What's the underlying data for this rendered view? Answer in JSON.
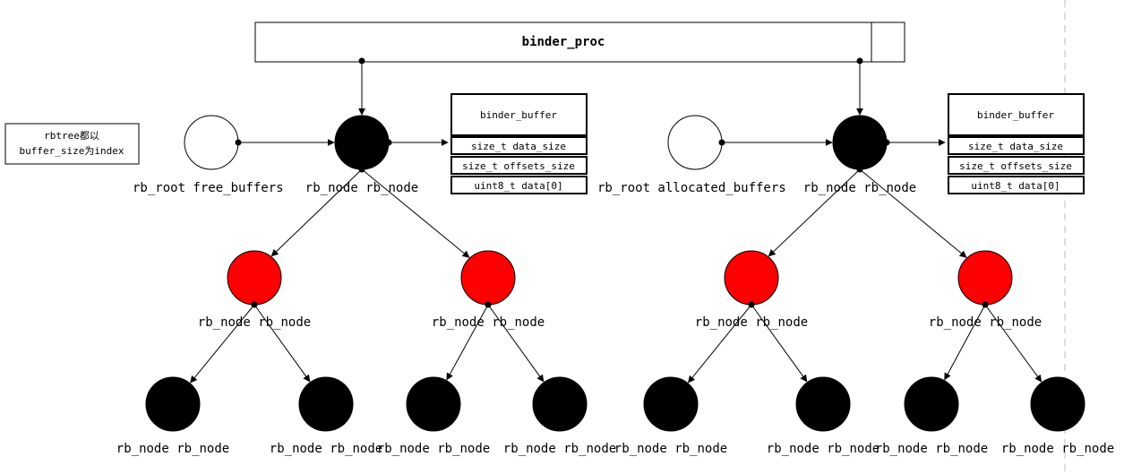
{
  "colors": {
    "black_node": "#000000",
    "red_node": "#ff0000",
    "white_node": "#ffffff",
    "divider": "#bbbbbb"
  },
  "proc_title": "binder_proc",
  "note": {
    "line1": "rbtree都以",
    "line2": "buffer_size为index"
  },
  "buffer_struct": {
    "title": "binder_buffer",
    "fields": [
      "size_t data_size",
      "size_t offsets_size",
      "uint8_t data[0]"
    ]
  },
  "trees": [
    {
      "id": "free",
      "root_label": "rb_root free_buffers",
      "top_label": "rb_node rb_node",
      "level2_labels": [
        "rb_node rb_node",
        "rb_node rb_node"
      ],
      "leaf_labels": [
        "rb_node rb_node",
        "rb_node rb_node",
        "rb_node rb_node",
        "rb_node rb_node"
      ]
    },
    {
      "id": "allocated",
      "root_label": "rb_root allocated_buffers",
      "top_label": "rb_node rb_node",
      "level2_labels": [
        "rb_node rb_node",
        "rb_node rb_node"
      ],
      "leaf_labels": [
        "rb_node rb_node",
        "rb_node rb_node",
        "rb_node rb_node",
        "rb_node rb_node"
      ]
    }
  ]
}
